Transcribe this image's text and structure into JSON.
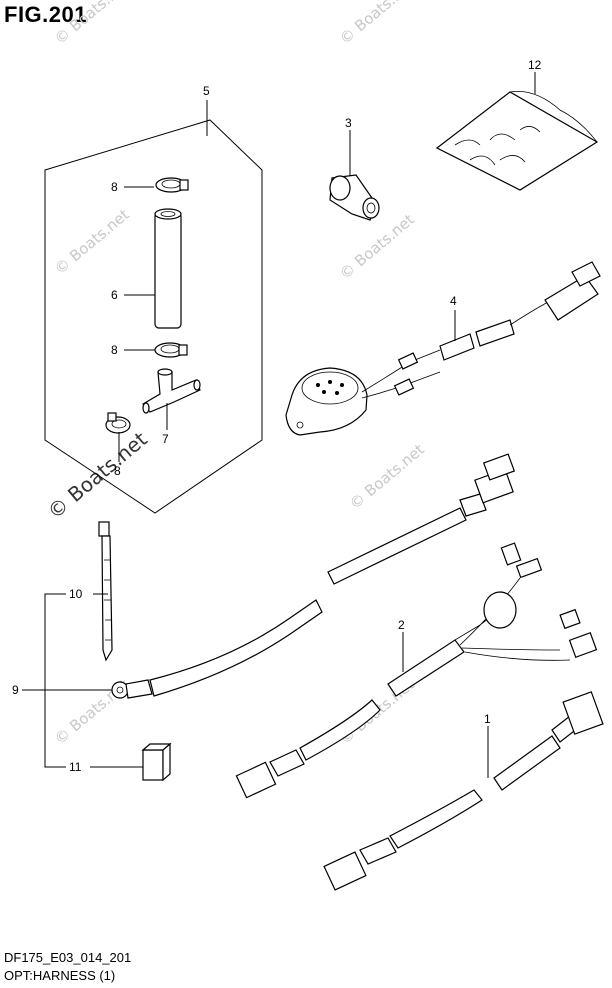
{
  "figure": {
    "title": "FIG.201",
    "code": "DF175_E03_014_201",
    "name": "OPT:HARNESS (1)"
  },
  "watermark": {
    "text": "© Boats.net"
  },
  "callouts": {
    "c1": "1",
    "c2": "2",
    "c3": "3",
    "c4": "4",
    "c5": "5",
    "c6": "6",
    "c7": "7",
    "c8a": "8",
    "c8b": "8",
    "c8c": "8",
    "c9": "9",
    "c10": "10",
    "c11": "11",
    "c12": "12"
  }
}
